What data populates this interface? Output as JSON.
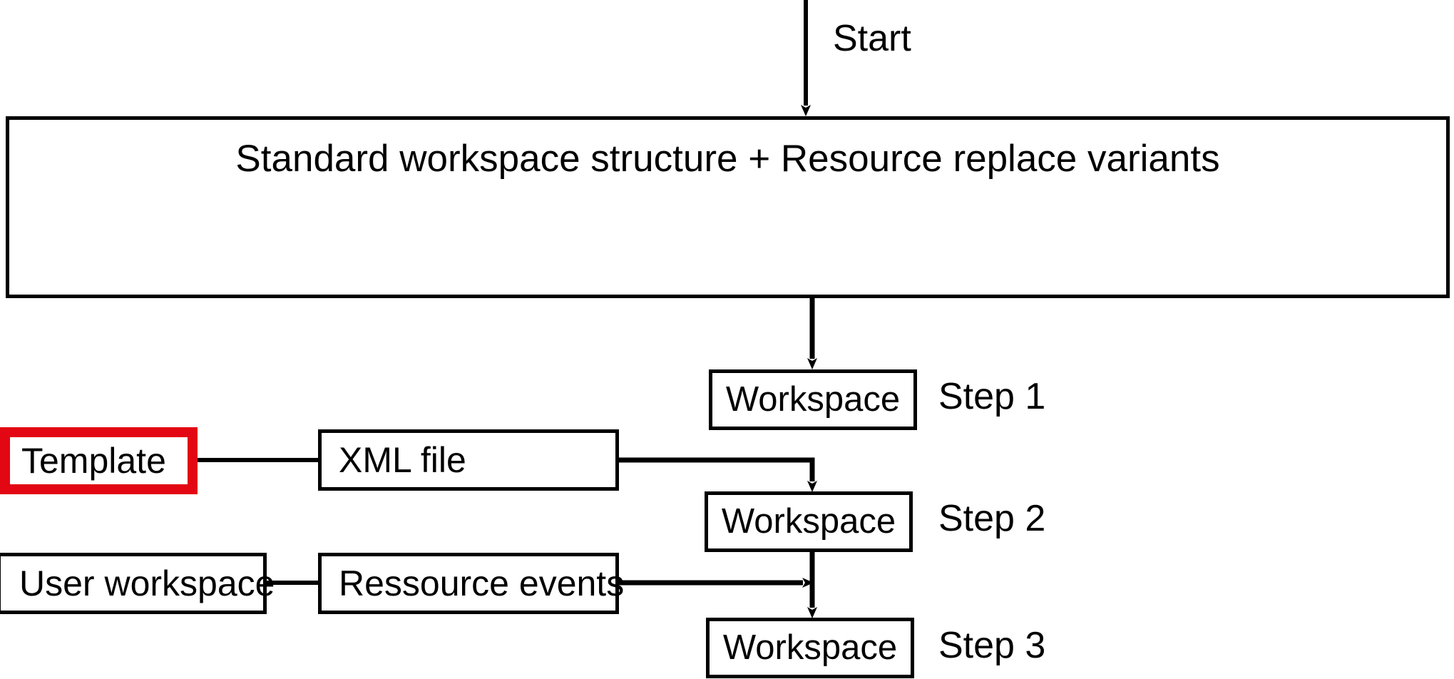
{
  "diagram": {
    "title": "Workspace creation step flow",
    "background_color": "#ffffff",
    "line_color": "#000000",
    "highlight_color": "#E30613",
    "nodes": {
      "structure": "Standard workspace structure + Resource replace variants",
      "workspace_1": "Workspace",
      "workspace_2": "Workspace",
      "workspace_3": "Workspace",
      "template": "Template",
      "xml_file": "XML file",
      "user_workspace": "User workspace",
      "resource_events": "Ressource events"
    },
    "annotations": {
      "start": "Start",
      "step_1": "Step 1",
      "step_2": "Step 2",
      "step_3": "Step 3"
    }
  }
}
